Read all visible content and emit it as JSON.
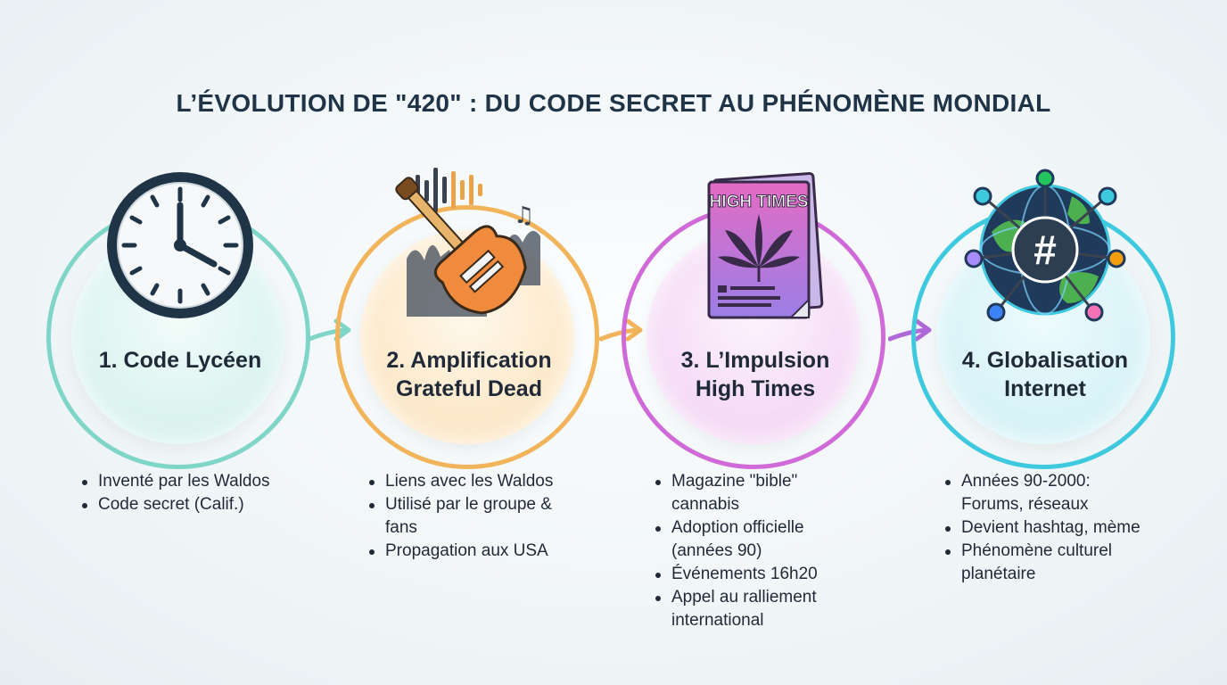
{
  "title": "L’ÉVOLUTION DE \"420\" : DU CODE SECRET AU PHÉNOMÈNE MONDIAL",
  "steps": [
    {
      "label_line1": "1. Code Lycéen",
      "label_line2": "",
      "icon": "clock-icon",
      "color": "#7fd6c8",
      "bullets": [
        "Inventé par les Waldos",
        "Code secret (Calif.)"
      ]
    },
    {
      "label_line1": "2. Amplification",
      "label_line2": "Grateful Dead",
      "icon": "electric-guitar-icon",
      "color": "#f2b45a",
      "bullets": [
        "Liens avec les Waldos",
        "Utilisé par le groupe &",
        "fans",
        "Propagation aux USA"
      ]
    },
    {
      "label_line1": "3. L’Impulsion",
      "label_line2": "High Times",
      "icon": "magazine-icon",
      "magazine_title": "HIGH TIMES",
      "color": "#cf6ad8",
      "bullets": [
        "Magazine \"bible\"",
        "cannabis",
        "Adoption officielle",
        "(années 90)",
        "Événements 16h20",
        "Appel au ralliement",
        "international"
      ]
    },
    {
      "label_line1": "4. Globalisation",
      "label_line2": "Internet",
      "icon": "hashtag-globe-icon",
      "color": "#3ec9df",
      "bullets": [
        "Années 90-2000:",
        "Forums, réseaux",
        "Devient hashtag, mème",
        "Phénomène culturel",
        "planétaire"
      ]
    }
  ]
}
